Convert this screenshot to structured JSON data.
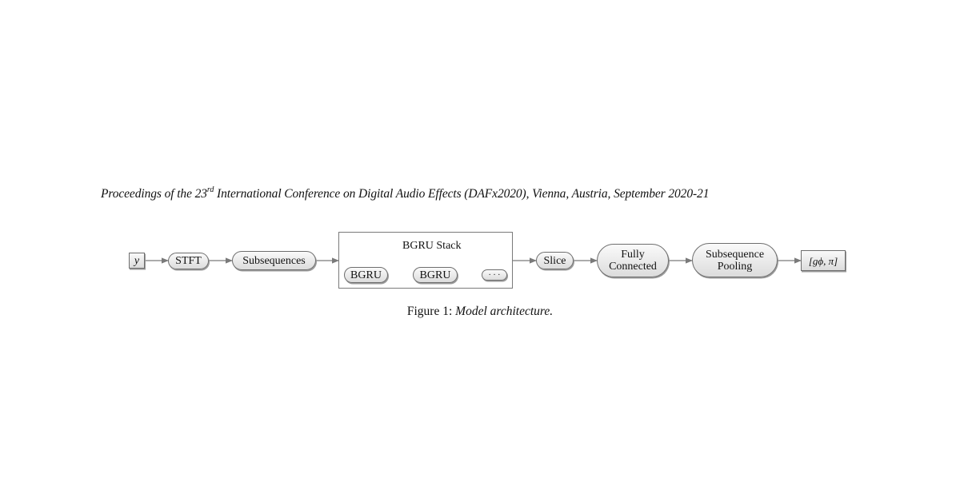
{
  "header": {
    "prefix": "Proceedings of the 23",
    "superscript": "rd",
    "suffix": " International Conference on Digital Audio Effects (DAFx2020), Vienna, Austria, September 2020-21"
  },
  "diagram": {
    "nodes": {
      "input": "y",
      "stft": "STFT",
      "subsequences": "Subsequences",
      "bgru_stack_title": "BGRU Stack",
      "bgru_1": "BGRU",
      "bgru_2": "BGRU",
      "bgru_more": "· · ·",
      "slice": "Slice",
      "fully_connected_1": "Fully",
      "fully_connected_2": "Connected",
      "subsequence_pooling_1": "Subsequence",
      "subsequence_pooling_2": "Pooling",
      "output": "[gϕ, π]"
    }
  },
  "caption": {
    "label": "Figure 1: ",
    "text": "Model architecture."
  },
  "colors": {
    "edge": "#7a7a7a",
    "node_border": "#6e6e6e",
    "node_fill_top": "#fafafa",
    "node_fill_bottom": "#dcdcdc"
  }
}
